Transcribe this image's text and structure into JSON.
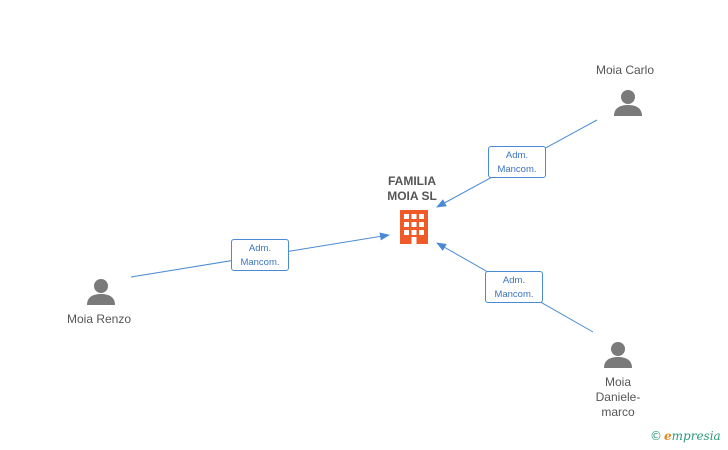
{
  "company": {
    "name_line1": "FAMILIA",
    "name_line2": "MOIA SL",
    "icon": "building-icon",
    "color": "#f05a28"
  },
  "persons": [
    {
      "id": "moia-carlo",
      "name_lines": [
        "Moia Carlo"
      ],
      "icon": "person-icon"
    },
    {
      "id": "moia-renzo",
      "name_lines": [
        "Moia Renzo"
      ],
      "icon": "person-icon"
    },
    {
      "id": "moia-daniele-marco",
      "name_lines": [
        "Moia",
        "Daniele-",
        "marco"
      ],
      "icon": "person-icon"
    }
  ],
  "edges": [
    {
      "from": "moia-carlo",
      "line1": "Adm.",
      "line2": "Mancom."
    },
    {
      "from": "moia-renzo",
      "line1": "Adm.",
      "line2": "Mancom."
    },
    {
      "from": "moia-daniele-marco",
      "line1": "Adm.",
      "line2": "Mancom."
    }
  ],
  "colors": {
    "edge": "#4a8ad4",
    "person": "#7a7a7a",
    "text": "#555555"
  },
  "brand": {
    "copyright": "©",
    "initial": "e",
    "rest": "mpresia"
  }
}
